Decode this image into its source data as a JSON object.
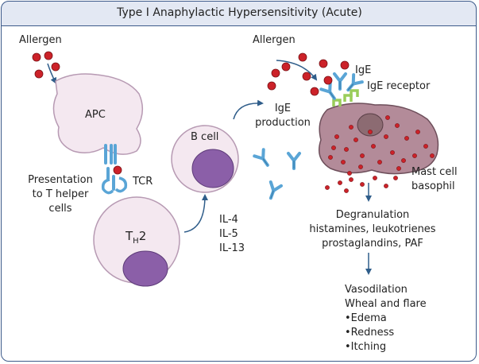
{
  "title": "Type I Anaphylactic Hypersensitivity (Acute)",
  "left_panel": {
    "allergen": "Allergen",
    "apc": "APC",
    "tcr": "TCR",
    "presentation": [
      "Presentation",
      "to T helper",
      "cells"
    ],
    "th2_main": "T",
    "th2_sub": "H",
    "th2_suffix": "2",
    "interleukins": [
      "IL-4",
      "IL-5",
      "IL-13"
    ]
  },
  "center": {
    "b_cell": "B cell",
    "ige_production": [
      "IgE",
      "production"
    ]
  },
  "right_panel": {
    "allergen": "Allergen",
    "ige": "IgE",
    "ige_receptor": "IgE receptor",
    "mast_cell": [
      "Mast cell",
      "basophil"
    ],
    "degranulation": [
      "Degranulation",
      "histamines, leukotrienes",
      "prostaglandins, PAF"
    ],
    "effects": [
      "Vasodilation",
      "Wheal and flare",
      "•Edema",
      "•Redness",
      "•Itching"
    ]
  },
  "colors": {
    "frame": "#3d5a8a",
    "title_bg": "#e3e8f3",
    "cell_fill": "#f4e8f0",
    "cell_stroke": "#b79ab3",
    "nucleus": "#8b5fa8",
    "mast_fill": "#b38b99",
    "allergen": "#cc2229",
    "antibody": "#5aa5d6",
    "receptor": "#9acd5a",
    "arrow": "#2f5d8a"
  }
}
